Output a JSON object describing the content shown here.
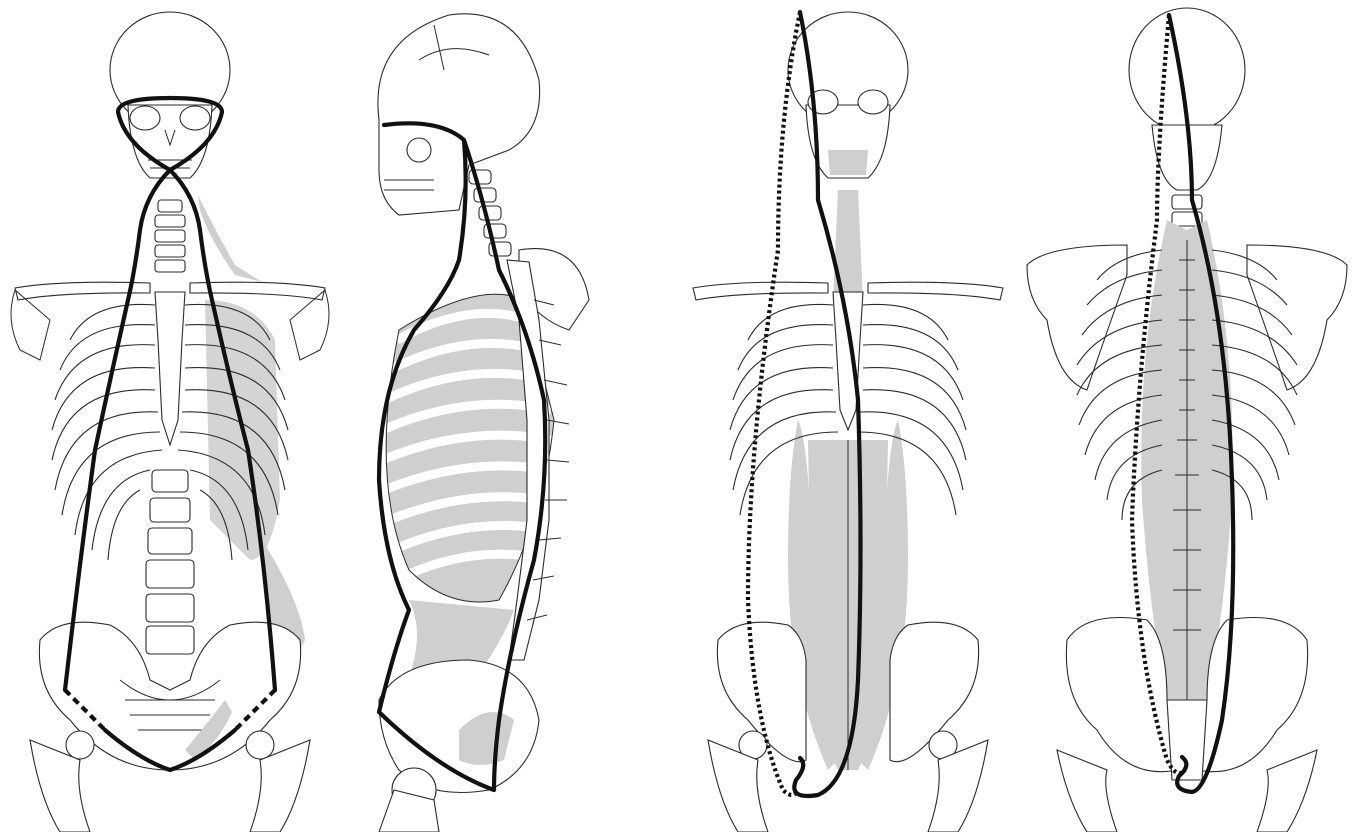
{
  "figures": [
    {
      "view": "anterior",
      "highlight": "loop"
    },
    {
      "view": "lateral",
      "highlight": "loop"
    },
    {
      "view": "anterior",
      "highlight": "spiral"
    },
    {
      "view": "posterior",
      "highlight": "spiral"
    }
  ],
  "colors": {
    "outline": "#2b2b2b",
    "line": "#111111",
    "shade": "#cfcfcf",
    "background": "#ffffff"
  },
  "line_styles": [
    "solid",
    "dotted",
    "dashed"
  ]
}
